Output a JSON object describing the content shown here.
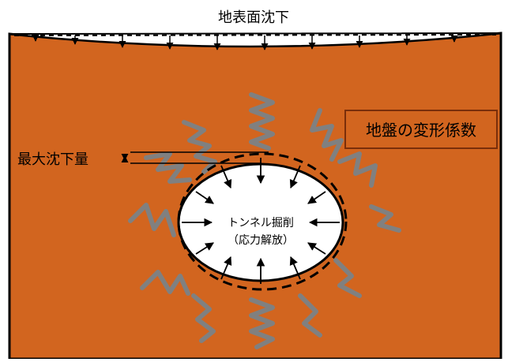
{
  "labels": {
    "surface_settlement": "地表面沈下",
    "ground_modulus": "地盤の変形係数",
    "max_settlement": "最大沈下量",
    "tunnel_line1": "トンネル掘削",
    "tunnel_line2": "（応力解放）"
  },
  "colors": {
    "ground": "#d2651f",
    "outline": "#000000",
    "wave": "#808080",
    "cavity": "#ffffff",
    "box_border": "#7a2e0a"
  },
  "icons": {
    "wave": "squiggle-wave-icon",
    "arrow": "arrow-icon"
  }
}
